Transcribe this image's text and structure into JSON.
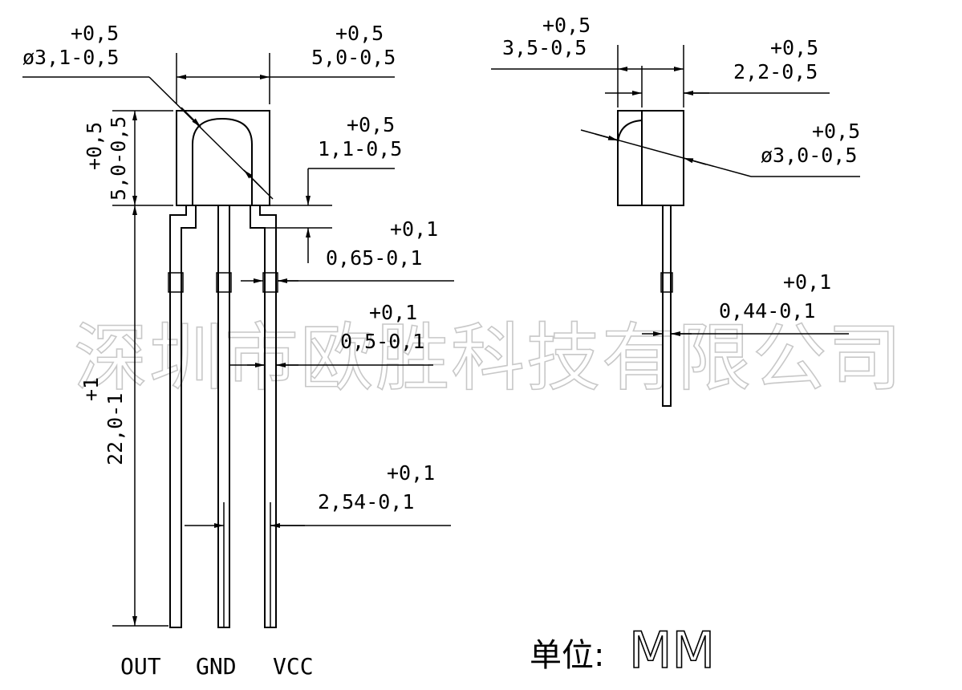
{
  "watermark": "深圳市欧胜科技有限公司",
  "front_view": {
    "dim_lens_diameter": {
      "tol": "+0,5",
      "value": "ø3,1-0,5"
    },
    "dim_body_width": {
      "tol": "+0,5",
      "value": "5,0-0,5"
    },
    "dim_body_height": {
      "tol": "+0,5",
      "value": "5,0-0,5"
    },
    "dim_step": {
      "tol": "+0,5",
      "value": "1,1-0,5"
    },
    "dim_lead_width": {
      "tol": "+0,1",
      "value": "0,65-0,1"
    },
    "dim_lead_thickness": {
      "tol": "+0,1",
      "value": "0,5-0,1"
    },
    "dim_lead_length": {
      "tol": "+1",
      "value": "22,0-1"
    },
    "dim_pitch": {
      "tol": "+0,1",
      "value": "2,54-0,1"
    },
    "pin_labels": [
      "OUT",
      "GND",
      "VCC"
    ]
  },
  "side_view": {
    "dim_depth": {
      "tol": "+0,5",
      "value": "3,5-0,5"
    },
    "dim_front_depth": {
      "tol": "+0,5",
      "value": "2,2-0,5"
    },
    "dim_lens_diameter": {
      "tol": "+0,5",
      "value": "ø3,0-0,5"
    },
    "dim_lead_thickness": {
      "tol": "+0,1",
      "value": "0,44-0,1"
    }
  },
  "unit_label": "单位:",
  "unit_value": "MM"
}
